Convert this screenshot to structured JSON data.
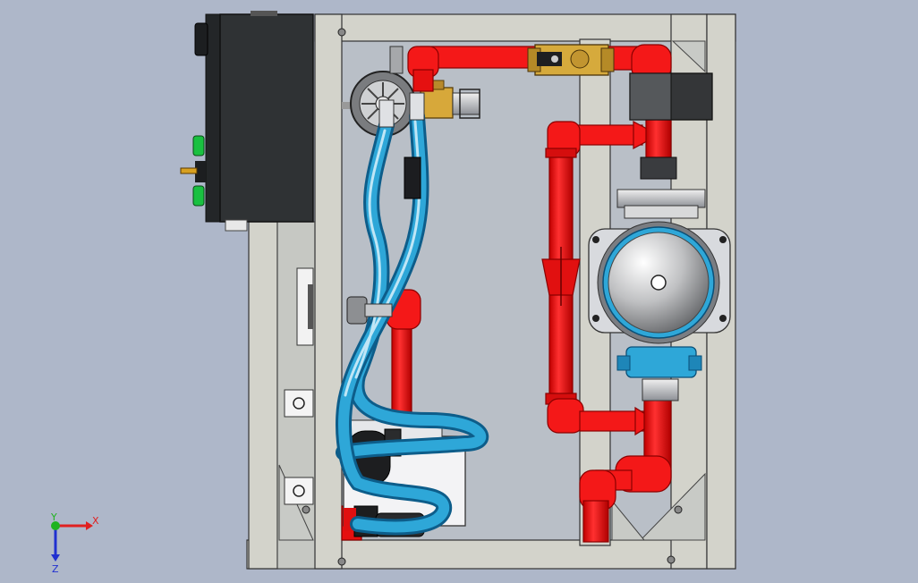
{
  "viewport": {
    "background_color": "#aeb7c9",
    "frame_color": "#d3d3cb",
    "panel_color": "#b9bfc7",
    "pipe_color": "#ff1a1a",
    "hose_color": "#2ea7d8",
    "control_box_color": "#2f3234",
    "indicator_color": "#19c040"
  },
  "triad": {
    "x_label": "X",
    "y_label": "Y",
    "z_label": "Z",
    "x_color": "#e02020",
    "y_color": "#1fb31f",
    "z_color": "#2030d0"
  },
  "components": [
    {
      "name": "frame",
      "icon": "frame-icon"
    },
    {
      "name": "control-box",
      "icon": "control-box-icon"
    },
    {
      "name": "pressure-gauge",
      "icon": "gauge-icon"
    },
    {
      "name": "solenoid-valve",
      "icon": "valve-icon"
    },
    {
      "name": "pump-motor",
      "icon": "motor-icon"
    },
    {
      "name": "expansion-tank",
      "icon": "tank-icon"
    },
    {
      "name": "red-pipework",
      "icon": "pipe-icon"
    },
    {
      "name": "blue-hoses",
      "icon": "hose-icon"
    },
    {
      "name": "heater-tank",
      "icon": "tank-icon"
    }
  ]
}
